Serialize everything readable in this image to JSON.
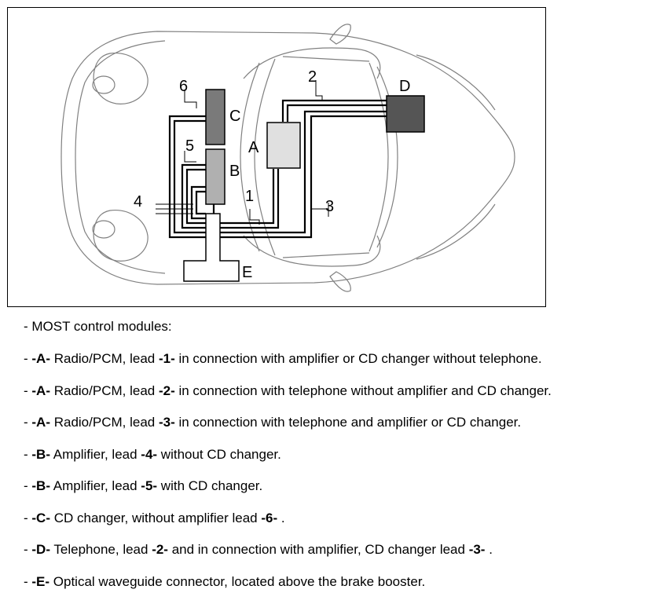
{
  "diagram": {
    "labels": {
      "A": "A",
      "B": "B",
      "C": "C",
      "D": "D",
      "E": "E",
      "n1": "1",
      "n2": "2",
      "n3": "3",
      "n4": "4",
      "n5": "5",
      "n6": "6"
    }
  },
  "legend": {
    "heading": "- MOST control modules:",
    "items": [
      {
        "pre": "- ",
        "mod": "-A-",
        "t1": " Radio/PCM, lead ",
        "lead": "-1-",
        "t2": " in connection with amplifier or CD changer without telephone.",
        "lead2": "",
        "t3": ""
      },
      {
        "pre": "- ",
        "mod": "-A-",
        "t1": " Radio/PCM, lead ",
        "lead": "-2-",
        "t2": " in connection with telephone without amplifier and CD changer.",
        "lead2": "",
        "t3": ""
      },
      {
        "pre": "- ",
        "mod": "-A-",
        "t1": " Radio/PCM, lead ",
        "lead": "-3-",
        "t2": " in connection with telephone and amplifier or CD changer.",
        "lead2": "",
        "t3": ""
      },
      {
        "pre": "- ",
        "mod": "-B-",
        "t1": " Amplifier, lead ",
        "lead": "-4-",
        "t2": " without CD changer.",
        "lead2": "",
        "t3": ""
      },
      {
        "pre": "- ",
        "mod": "-B-",
        "t1": " Amplifier, lead ",
        "lead": "-5-",
        "t2": " with CD changer.",
        "lead2": "",
        "t3": ""
      },
      {
        "pre": "- ",
        "mod": "-C-",
        "t1": " CD changer, without amplifier lead ",
        "lead": "-6-",
        "t2": " .",
        "lead2": "",
        "t3": ""
      },
      {
        "pre": "- ",
        "mod": "-D-",
        "t1": " Telephone, lead ",
        "lead": "-2-",
        "t2": " and in connection with amplifier, CD changer lead ",
        "lead2": "-3-",
        "t3": " ."
      },
      {
        "pre": "- ",
        "mod": "-E-",
        "t1": " Optical waveguide connector, located above the brake booster.",
        "lead": "",
        "t2": "",
        "lead2": "",
        "t3": ""
      }
    ]
  }
}
